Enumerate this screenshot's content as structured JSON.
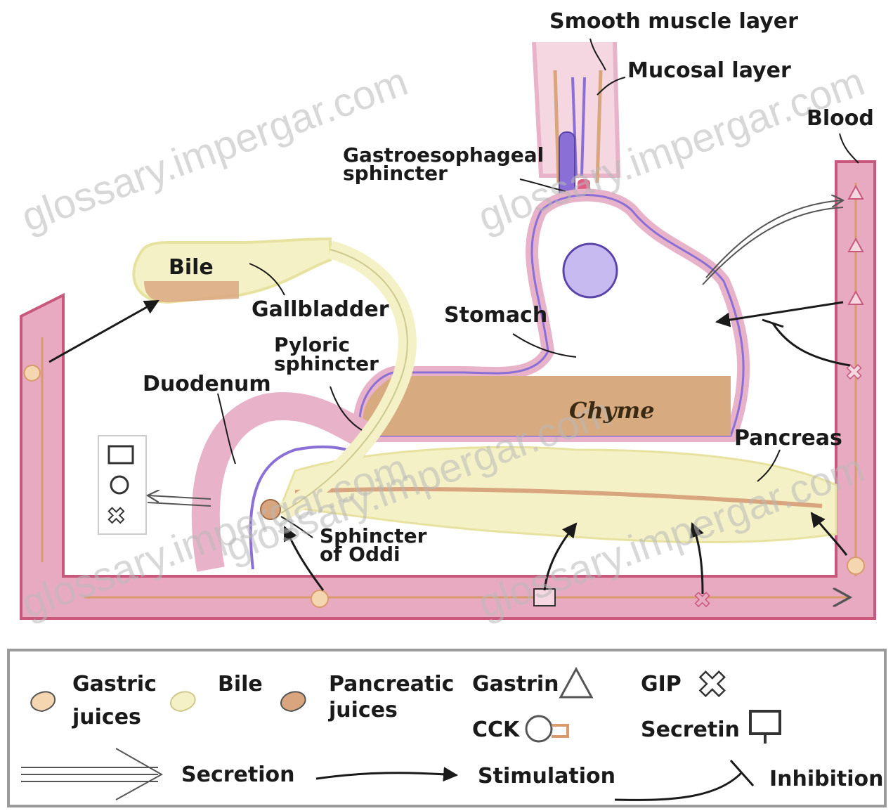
{
  "colors": {
    "blood": "#e8aac0",
    "blood_border": "#c8587c",
    "bile": "#f4f1c6",
    "pancreatic": "#d9a57e",
    "chyme": "#d8aa80",
    "mucosa": "#8a6fd6",
    "stomach_wall": "#e8b3c8"
  },
  "labels": {
    "smooth_muscle": "Smooth muscle layer",
    "mucosal": "Mucosal layer",
    "blood": "Blood",
    "ge_sphincter_1": "Gastroesophageal",
    "ge_sphincter_2": "sphincter",
    "bile": "Bile",
    "gallbladder": "Gallbladder",
    "stomach": "Stomach",
    "pyloric_1": "Pyloric",
    "pyloric_2": "sphincter",
    "duodenum": "Duodenum",
    "chyme": "Chyme",
    "pancreas": "Pancreas",
    "oddi_1": "Sphincter",
    "oddi_2": "of Oddi"
  },
  "watermark": "glossary.impergar.com",
  "legend": {
    "gastric_1": "Gastric",
    "gastric_2": "juices",
    "bile": "Bile",
    "pancreatic_1": "Pancreatic",
    "pancreatic_2": "juices",
    "gastrin": "Gastrin",
    "cck": "CCK",
    "gip": "GIP",
    "secretin": "Secretin",
    "secretion": "Secretion",
    "stimulation": "Stimulation",
    "inhibition": "Inhibition"
  }
}
